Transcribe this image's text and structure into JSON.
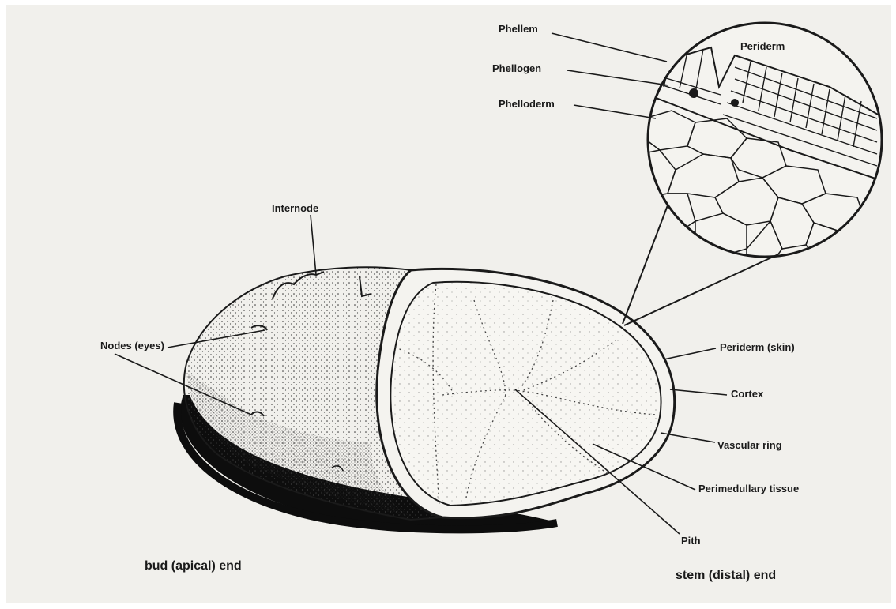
{
  "labels": {
    "phellem": "Phellem",
    "phellogen": "Phellogen",
    "phelloderm": "Phelloderm",
    "periderm_inset": "Periderm",
    "internode": "Internode",
    "nodes": "Nodes (eyes)",
    "periderm_skin": "Periderm (skin)",
    "cortex": "Cortex",
    "vascular_ring": "Vascular ring",
    "perimedullary": "Perimedullary tissue",
    "pith": "Pith"
  },
  "ends": {
    "bud": "bud (apical) end",
    "stem": "stem (distal) end"
  },
  "colors": {
    "page": "#f1f0ec",
    "ink": "#1a1a1a",
    "shadow": "#0d0d0d"
  }
}
